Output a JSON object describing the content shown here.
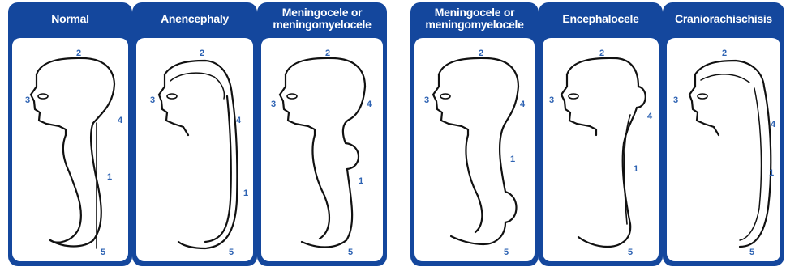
{
  "colors": {
    "panel": "#14479d",
    "label": "#2e63b3",
    "outline": "#111111"
  },
  "left_group": [
    {
      "title": "Normal"
    },
    {
      "title": "Anencephaly"
    },
    {
      "title_line1": "Meningocele or",
      "title_line2": "meningomyelocele"
    }
  ],
  "right_group": [
    {
      "title_line1": "Meningocele or",
      "title_line2": "meningomyelocele"
    },
    {
      "title": "Encephalocele"
    },
    {
      "title": "Craniorachischisis"
    }
  ],
  "labels": {
    "n1": "1",
    "n2": "2",
    "n3": "3",
    "n4": "4",
    "n5": "5"
  }
}
